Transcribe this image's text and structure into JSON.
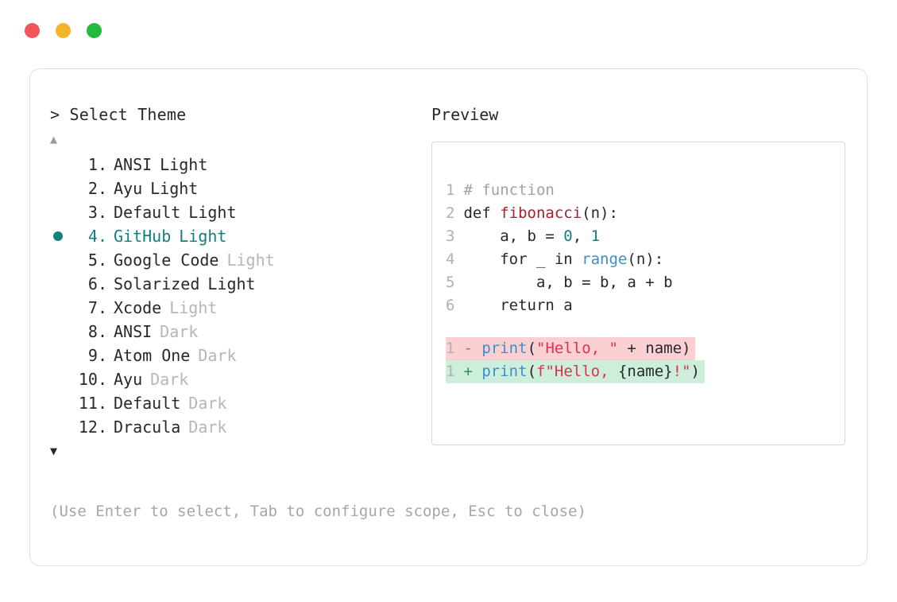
{
  "window": {
    "traffic_lights": [
      {
        "name": "close",
        "color": "#f2565a"
      },
      {
        "name": "minimize",
        "color": "#f5b32a"
      },
      {
        "name": "maximize",
        "color": "#22bb3c"
      }
    ]
  },
  "picker": {
    "title": "> Select Theme",
    "scroll_up_glyph": "▲",
    "scroll_down_glyph": "▼",
    "selected_index": 4,
    "selected_color": "#12807e",
    "bullet_glyph": "●",
    "items": [
      {
        "index": " 1.",
        "name": "ANSI",
        "suffix": "Light",
        "suffix_muted": false,
        "selected": false
      },
      {
        "index": " 2.",
        "name": "Ayu",
        "suffix": "Light",
        "suffix_muted": false,
        "selected": false
      },
      {
        "index": " 3.",
        "name": "Default",
        "suffix": "Light",
        "suffix_muted": false,
        "selected": false
      },
      {
        "index": " 4.",
        "name": "GitHub",
        "suffix": "Light",
        "suffix_muted": false,
        "selected": true
      },
      {
        "index": " 5.",
        "name": "Google Code",
        "suffix": "Light",
        "suffix_muted": true,
        "selected": false
      },
      {
        "index": " 6.",
        "name": "Solarized",
        "suffix": "Light",
        "suffix_muted": false,
        "selected": false
      },
      {
        "index": " 7.",
        "name": "Xcode",
        "suffix": "Light",
        "suffix_muted": true,
        "selected": false
      },
      {
        "index": " 8.",
        "name": "ANSI",
        "suffix": "Dark",
        "suffix_muted": true,
        "selected": false
      },
      {
        "index": " 9.",
        "name": "Atom One",
        "suffix": "Dark",
        "suffix_muted": true,
        "selected": false
      },
      {
        "index": "10.",
        "name": "Ayu",
        "suffix": "Dark",
        "suffix_muted": true,
        "selected": false
      },
      {
        "index": "11.",
        "name": "Default",
        "suffix": "Dark",
        "suffix_muted": true,
        "selected": false
      },
      {
        "index": "12.",
        "name": "Dracula",
        "suffix": "Dark",
        "suffix_muted": true,
        "selected": false
      }
    ],
    "hint": "(Use Enter to select, Tab to configure scope, Esc to close)"
  },
  "preview": {
    "title": "Preview",
    "code_lines": [
      {
        "no": "1",
        "tokens": [
          {
            "t": "# function",
            "c": "comment"
          }
        ]
      },
      {
        "no": "2",
        "tokens": [
          {
            "t": "def ",
            "c": "keyword"
          },
          {
            "t": "fibonacci",
            "c": "fn"
          },
          {
            "t": "(n):",
            "c": "plain"
          }
        ]
      },
      {
        "no": "3",
        "tokens": [
          {
            "t": "    a, b = ",
            "c": "plain"
          },
          {
            "t": "0",
            "c": "num"
          },
          {
            "t": ", ",
            "c": "plain"
          },
          {
            "t": "1",
            "c": "num"
          }
        ]
      },
      {
        "no": "4",
        "tokens": [
          {
            "t": "    for _ in ",
            "c": "plain"
          },
          {
            "t": "range",
            "c": "builtin"
          },
          {
            "t": "(n):",
            "c": "plain"
          }
        ]
      },
      {
        "no": "5",
        "tokens": [
          {
            "t": "        a, b = b, a + b",
            "c": "plain"
          }
        ]
      },
      {
        "no": "6",
        "tokens": [
          {
            "t": "    return a",
            "c": "plain"
          }
        ]
      }
    ],
    "diff_lines": [
      {
        "no": "1",
        "kind": "del",
        "sign": "-",
        "bg": "#fbd0d3",
        "tokens": [
          {
            "t": "print",
            "c": "builtin"
          },
          {
            "t": "(",
            "c": "plain"
          },
          {
            "t": "\"Hello, \"",
            "c": "str"
          },
          {
            "t": " + name)",
            "c": "plain"
          }
        ]
      },
      {
        "no": "1",
        "kind": "add",
        "sign": "+",
        "bg": "#cdeedb",
        "tokens": [
          {
            "t": "print",
            "c": "builtin"
          },
          {
            "t": "(",
            "c": "plain"
          },
          {
            "t": "f\"Hello, ",
            "c": "str"
          },
          {
            "t": "{name}",
            "c": "plain"
          },
          {
            "t": "!\"",
            "c": "str"
          },
          {
            "t": ")",
            "c": "plain"
          }
        ]
      }
    ]
  }
}
